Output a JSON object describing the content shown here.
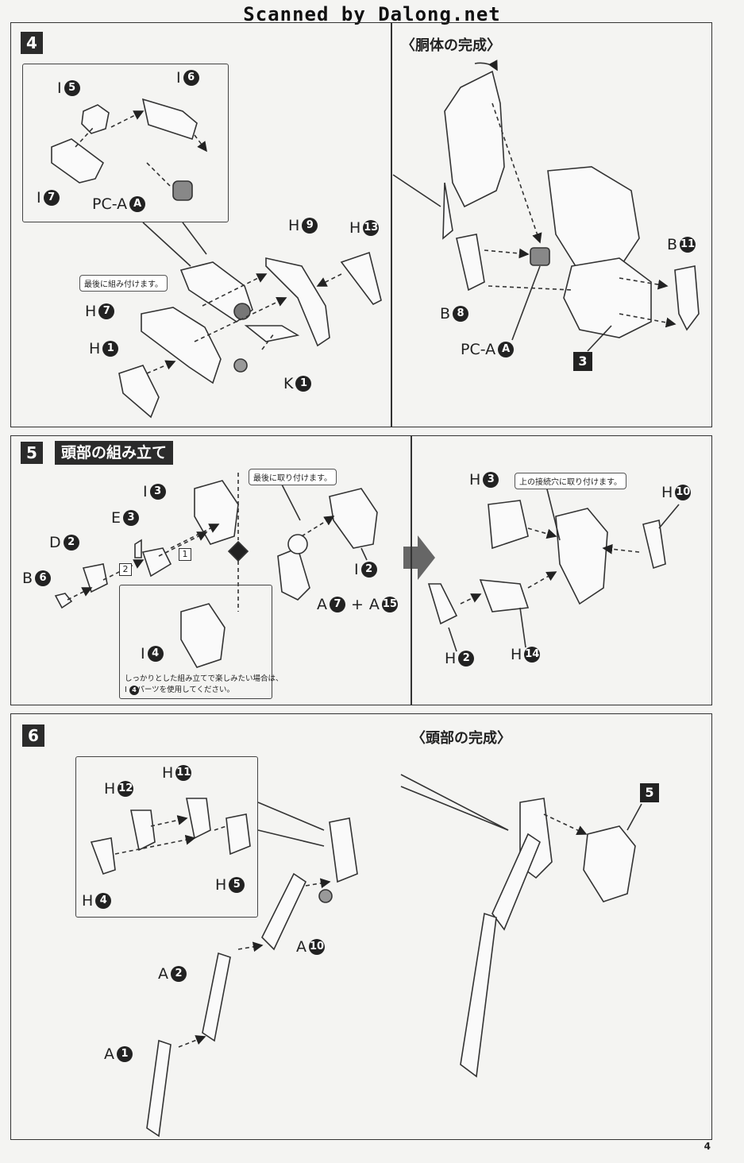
{
  "watermark": "Scanned by Dalong.net",
  "page_number": "4",
  "step4": {
    "number": "4",
    "completion_heading": "〈胴体の完成〉",
    "note": "最後に組み付けます。",
    "parts": {
      "i5": {
        "letter": "I",
        "num": "5"
      },
      "i6": {
        "letter": "I",
        "num": "6"
      },
      "i7": {
        "letter": "I",
        "num": "7"
      },
      "pca": {
        "letter": "PC-A",
        "num": "A"
      },
      "h9": {
        "letter": "H",
        "num": "9"
      },
      "h13": {
        "letter": "H",
        "num": "13"
      },
      "h7": {
        "letter": "H",
        "num": "7"
      },
      "h1": {
        "letter": "H",
        "num": "1"
      },
      "k1": {
        "letter": "K",
        "num": "1"
      },
      "b11": {
        "letter": "B",
        "num": "11"
      },
      "b8": {
        "letter": "B",
        "num": "8"
      },
      "pca2": {
        "letter": "PC-A",
        "num": "A"
      },
      "ref3": "3"
    }
  },
  "step5": {
    "number": "5",
    "title": "頭部の組み立て",
    "note_last": "最後に取り付けます。",
    "note_upper": "上の接続穴に取り付けます。",
    "hint_line1": "しっかりとした組み立てで楽しみたい場合は、",
    "hint_line2": "I  のパーツを使用してください。",
    "hint_num": "4",
    "order1": "1",
    "order2": "2",
    "parts": {
      "i3": {
        "letter": "I",
        "num": "3"
      },
      "e3": {
        "letter": "E",
        "num": "3"
      },
      "d2": {
        "letter": "D",
        "num": "2"
      },
      "b6": {
        "letter": "B",
        "num": "6"
      },
      "i4": {
        "letter": "I",
        "num": "4"
      },
      "i2": {
        "letter": "I",
        "num": "2"
      },
      "a7": {
        "letter": "A",
        "num": "7"
      },
      "plus": "+",
      "a15": {
        "letter": "A",
        "num": "15"
      },
      "h3": {
        "letter": "H",
        "num": "3"
      },
      "h10": {
        "letter": "H",
        "num": "10"
      },
      "h2": {
        "letter": "H",
        "num": "2"
      },
      "h14": {
        "letter": "H",
        "num": "14"
      }
    }
  },
  "step6": {
    "number": "6",
    "completion_heading": "〈頭部の完成〉",
    "parts": {
      "h11": {
        "letter": "H",
        "num": "11"
      },
      "h12": {
        "letter": "H",
        "num": "12"
      },
      "h5": {
        "letter": "H",
        "num": "5"
      },
      "h4": {
        "letter": "H",
        "num": "4"
      },
      "a10": {
        "letter": "A",
        "num": "10"
      },
      "a2": {
        "letter": "A",
        "num": "2"
      },
      "a1": {
        "letter": "A",
        "num": "1"
      },
      "ref5": "5"
    }
  }
}
